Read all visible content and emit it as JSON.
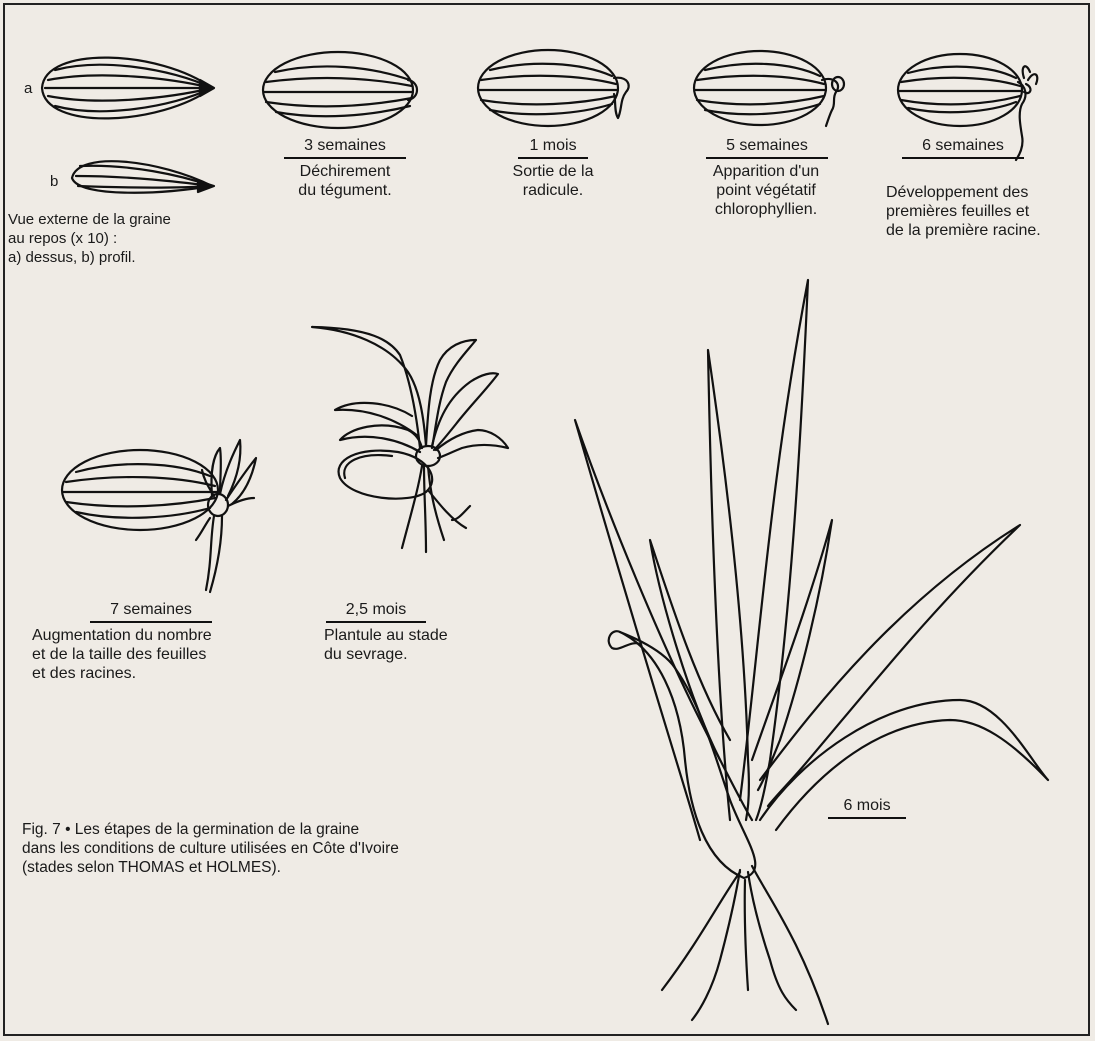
{
  "seed_labels": {
    "a": "a",
    "b": "b"
  },
  "seed_caption": [
    "Vue externe de la graine",
    "au repos  (x 10) :",
    "a)  dessus,  b)  profil."
  ],
  "stages": [
    {
      "title": "3 semaines",
      "desc": [
        "Déchirement",
        "du tégument."
      ]
    },
    {
      "title": "1 mois",
      "desc": [
        "Sortie de la",
        "radicule."
      ]
    },
    {
      "title": "5 semaines",
      "desc": [
        "Apparition d'un",
        "point végétatif",
        "chlorophyllien."
      ]
    },
    {
      "title": "6 semaines",
      "desc": [
        "Développement des",
        "premières feuilles et",
        "de la première racine."
      ]
    },
    {
      "title": "7 semaines",
      "desc": [
        "Augmentation du nombre",
        "et de la taille des feuilles",
        "et des racines."
      ]
    },
    {
      "title": "2,5  mois",
      "desc": [
        "Plantule au stade",
        "du sevrage."
      ]
    },
    {
      "title": "6 mois",
      "desc": []
    }
  ],
  "figure_caption": [
    "Fig. 7  •  Les étapes de la germination de la graine",
    "dans les conditions de culture utilisées en Côte d'Ivoire",
    "(stades selon THOMAS et HOLMES)."
  ]
}
